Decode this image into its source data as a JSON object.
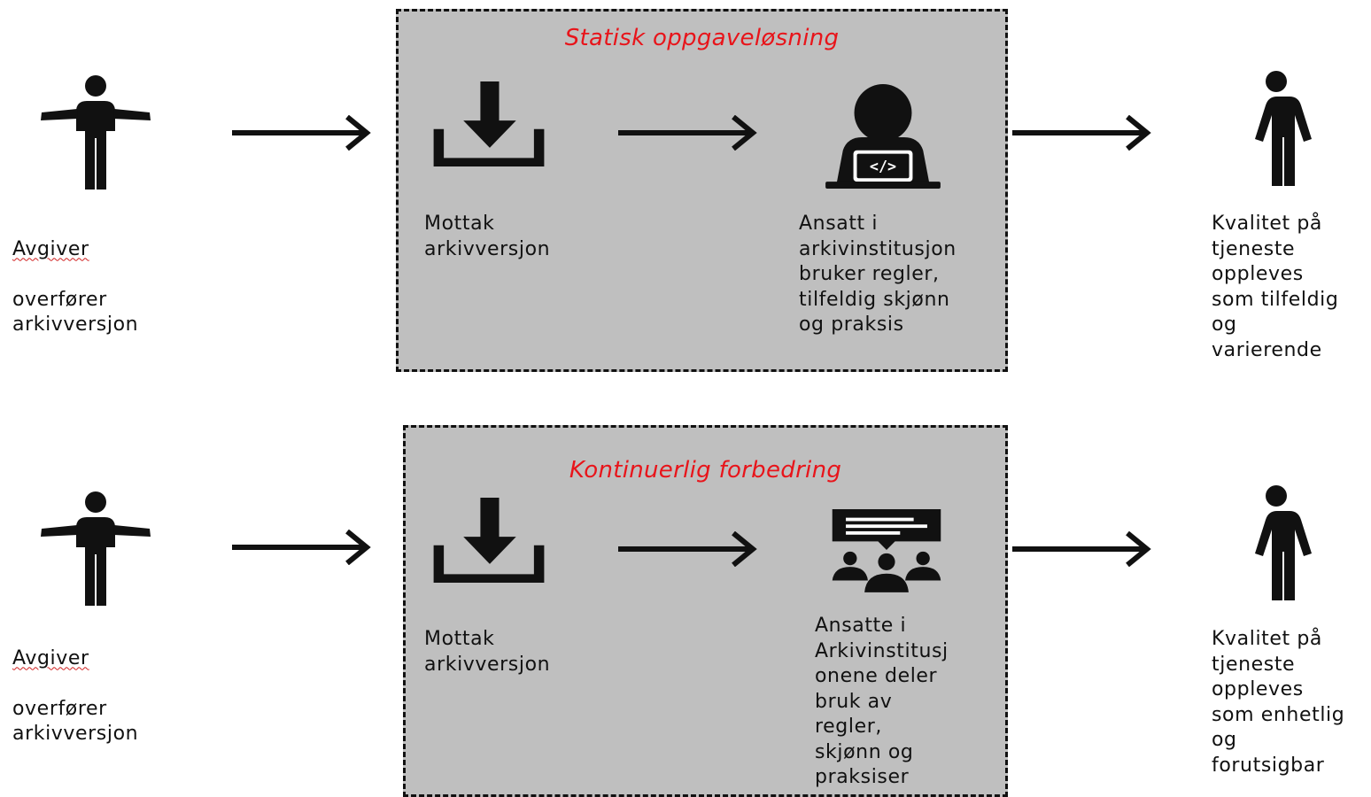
{
  "colors": {
    "title_red": "#e8141a",
    "panel_gray": "#bfbfbf",
    "ink": "#111111"
  },
  "rows": [
    {
      "panel_title": "Statisk oppgaveløsning",
      "giver": {
        "first_word": "Avgiver",
        "rest": "overfører\narkivversjon",
        "icon": "person-shrugging-icon"
      },
      "receive": {
        "label": "Mottak\narkivversjon",
        "icon": "download-icon"
      },
      "staff": {
        "label": "Ansatt i\narkivinstitusjon\nbruker regler,\ntilfeldig skjønn\nog praksis",
        "icon": "developer-laptop-icon"
      },
      "quality": {
        "label": "Kvalitet på\ntjeneste\noppleves\nsom tilfeldig\nog\nvarierende",
        "icon": "person-standing-icon"
      }
    },
    {
      "panel_title": "Kontinuerlig forbedring",
      "giver": {
        "first_word": "Avgiver",
        "rest": "overfører\narkivversjon",
        "icon": "person-shrugging-icon"
      },
      "receive": {
        "label": "Mottak\narkivversjon",
        "icon": "download-icon"
      },
      "staff": {
        "label": "Ansatte i\nArkivinstitusj\nonene deler\nbruk av\nregler,\nskjønn og\npraksiser",
        "icon": "group-discussion-icon"
      },
      "quality": {
        "label": "Kvalitet på\ntjeneste\noppleves\nsom enhetlig\nog\nforutsigbar",
        "icon": "person-standing-icon"
      }
    }
  ]
}
